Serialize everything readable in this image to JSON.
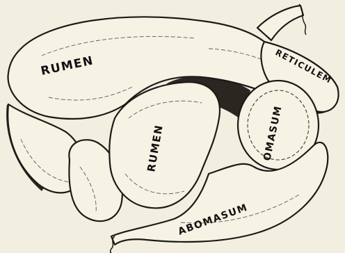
{
  "labels": {
    "rumen_upper": "RUMEN",
    "rumen_lower": "RUMEN",
    "reticulum": "RETICULEM",
    "omasum": "OMASUM",
    "abomasum": "ABOMASUM"
  },
  "colors": {
    "paper": "#f3efe0",
    "ink": "#1c1a17"
  }
}
